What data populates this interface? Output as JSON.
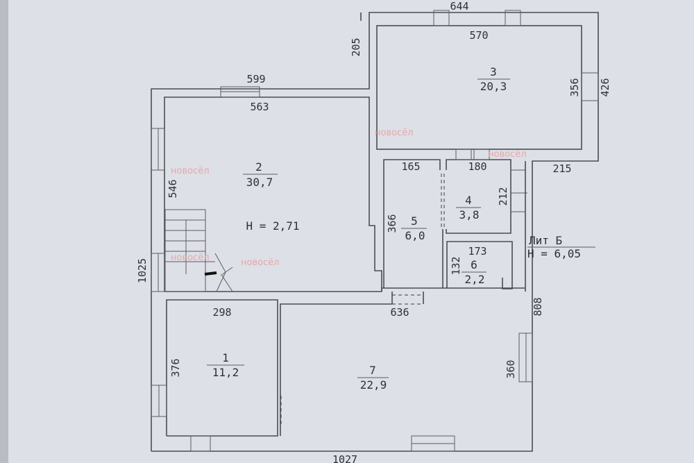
{
  "rooms": [
    {
      "number": "1",
      "area": "11,2"
    },
    {
      "number": "2",
      "area": "30,7"
    },
    {
      "number": "3",
      "area": "20,3"
    },
    {
      "number": "4",
      "area": "3,8"
    },
    {
      "number": "5",
      "area": "6,0"
    },
    {
      "number": "6",
      "area": "2,2"
    },
    {
      "number": "7",
      "area": "22,9"
    }
  ],
  "heights": {
    "room2": "H = 2,71",
    "lit_label": "Лит Б",
    "lit_height": "H = 6,05"
  },
  "dimensions": {
    "top_644": "644",
    "room3_570": "570",
    "left_205": "205",
    "room3_356": "356",
    "right_426": "426",
    "top_599": "599",
    "room2_563": "563",
    "room2_546": "546",
    "left_1025": "1025",
    "room5_165": "165",
    "room4_180": "180",
    "right_215": "215",
    "room4_212": "212",
    "room5_366": "366",
    "room6_173": "173",
    "room6_132": "132",
    "right_808": "808",
    "room1_298": "298",
    "mid_636": "636",
    "room1_376": "376",
    "room7_360": "360",
    "bottom_1027": "1027"
  },
  "watermark": "новосёл"
}
